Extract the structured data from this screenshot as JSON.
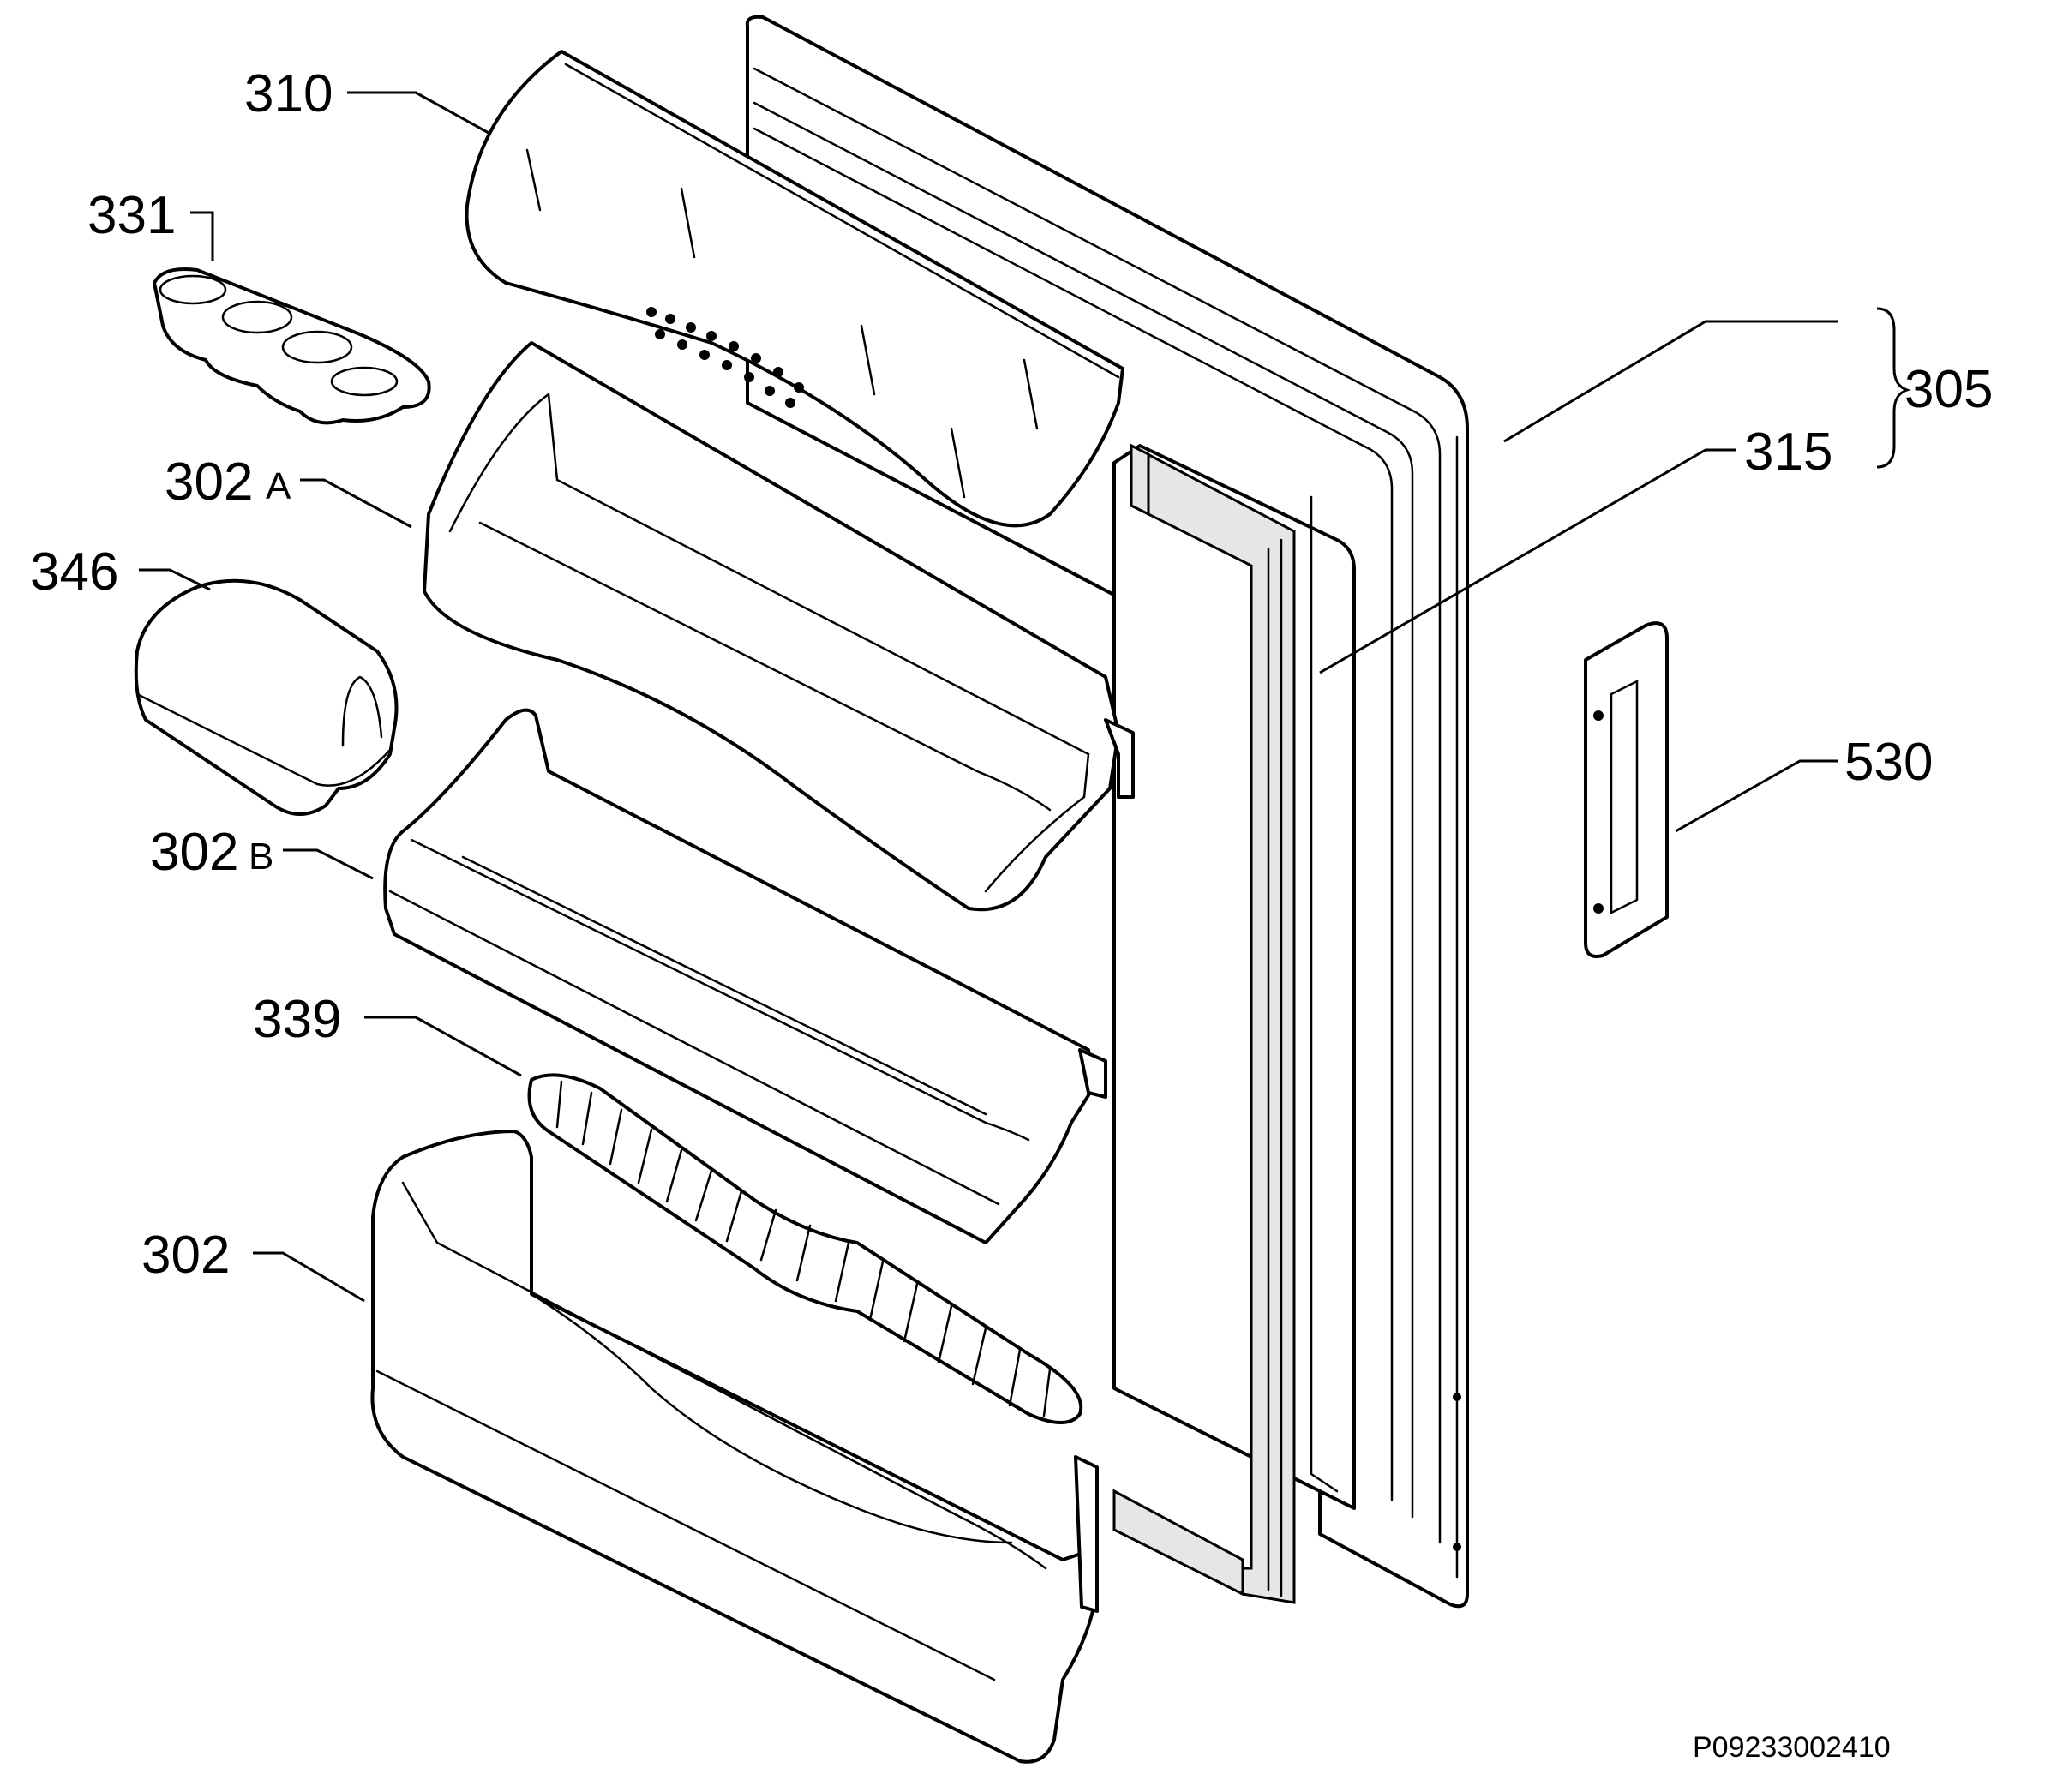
{
  "callouts": {
    "c310": "310",
    "c331": "331",
    "c302a_num": "302",
    "c302a_suffix": "A",
    "c346": "346",
    "c302b_num": "302",
    "c302b_suffix": "B",
    "c339": "339",
    "c302": "302",
    "c305": "305",
    "c315": "315",
    "c530": "530"
  },
  "drawing_code": "P09233002410",
  "colors": {
    "line": "#000000",
    "background": "#ffffff",
    "gasket": "#e6e6e6"
  }
}
